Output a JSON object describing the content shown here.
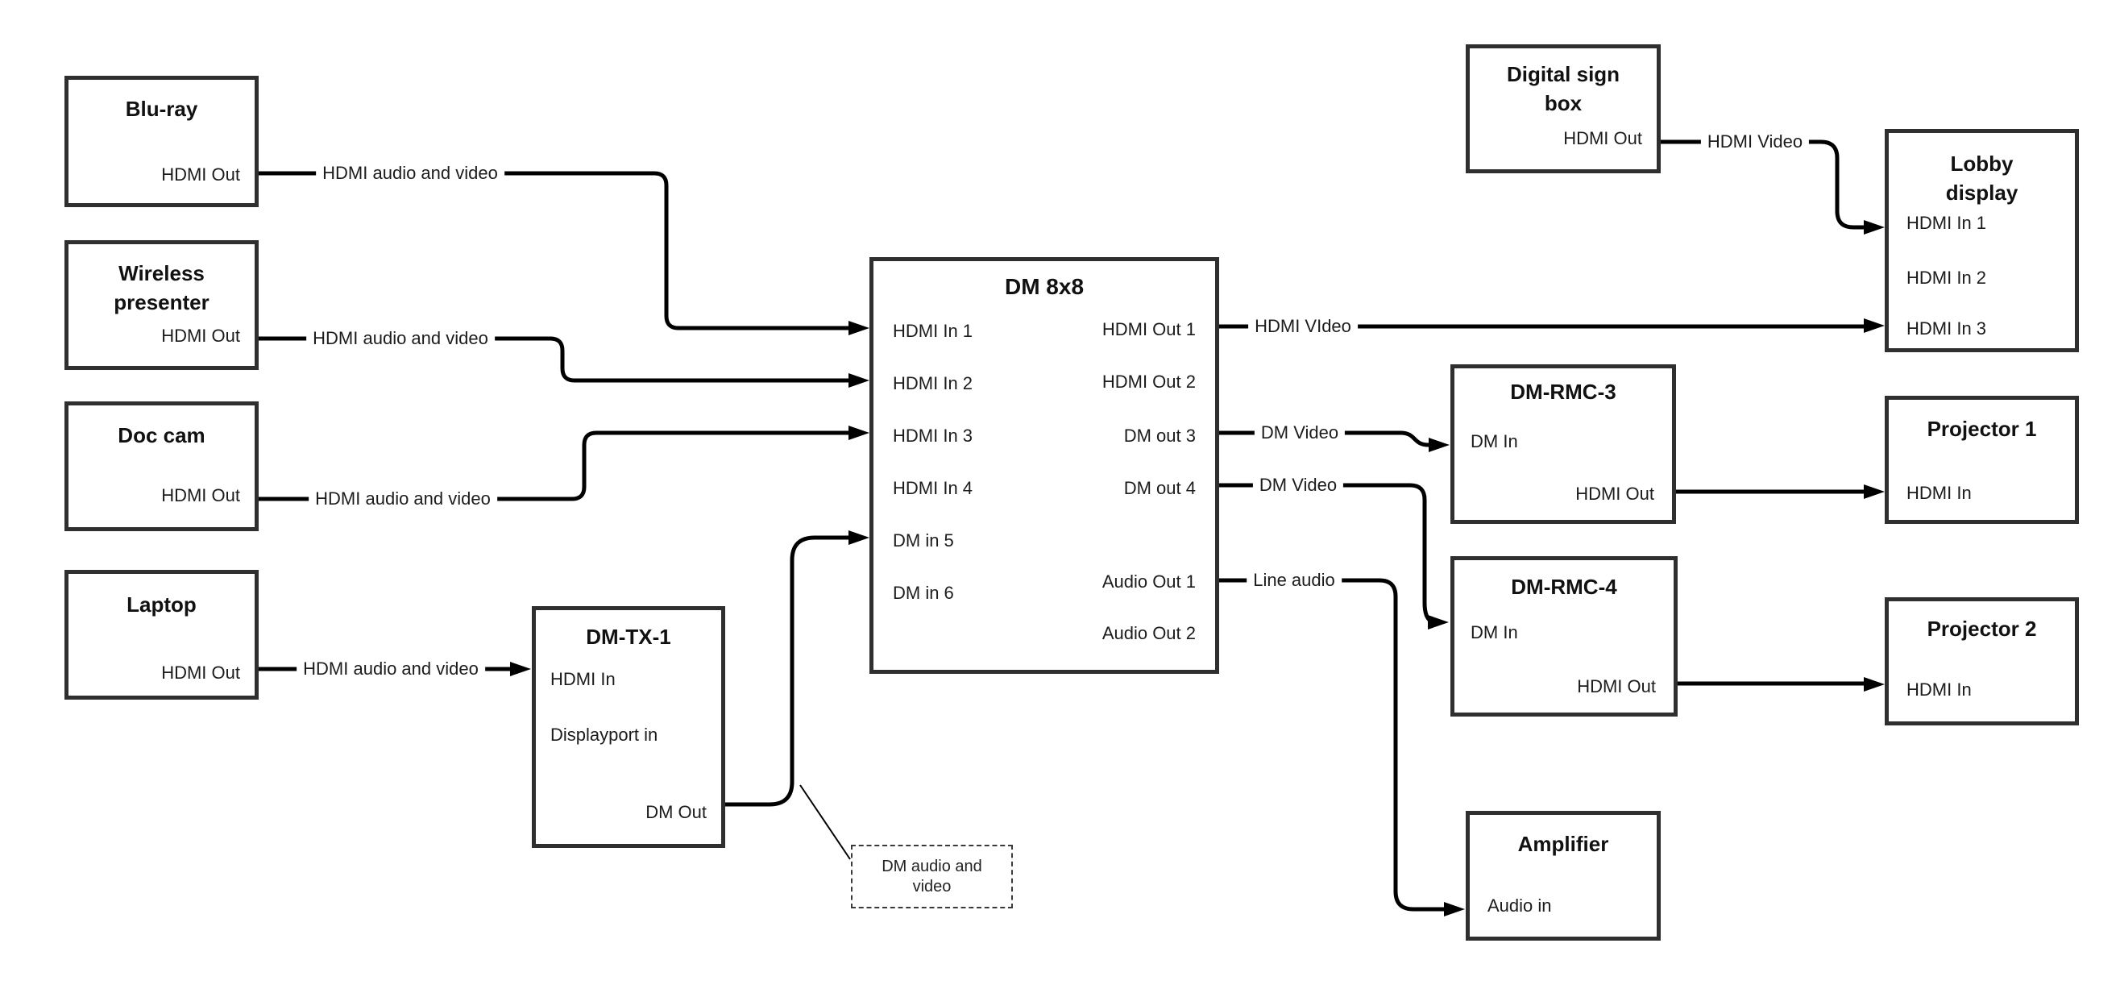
{
  "diagram": {
    "nodes": {
      "bluray": {
        "title": "Blu-ray",
        "port_out": "HDMI Out"
      },
      "wireless": {
        "title_line1": "Wireless",
        "title_line2": "presenter",
        "port_out": "HDMI Out"
      },
      "doccam": {
        "title": "Doc cam",
        "port_out": "HDMI Out"
      },
      "laptop": {
        "title": "Laptop",
        "port_out": "HDMI Out"
      },
      "dmtx1": {
        "title": "DM-TX-1",
        "ports": [
          "HDMI In",
          "Displayport in",
          "DM Out"
        ]
      },
      "dm8x8": {
        "title": "DM 8x8",
        "left_ports": [
          "HDMI In 1",
          "HDMI In 2",
          "HDMI In 3",
          "HDMI In 4",
          "DM in 5",
          "DM in 6"
        ],
        "right_ports": [
          "HDMI Out 1",
          "HDMI Out 2",
          "DM out 3",
          "DM out 4",
          "Audio Out 1",
          "Audio Out 2"
        ]
      },
      "digital_sign": {
        "title_line1": "Digital sign",
        "title_line2": "box",
        "port_out": "HDMI Out"
      },
      "lobby": {
        "title_line1": "Lobby",
        "title_line2": "display",
        "ports": [
          "HDMI In 1",
          "HDMI In 2",
          "HDMI In 3"
        ]
      },
      "rmc3": {
        "title": "DM-RMC-3",
        "port_in": "DM In",
        "port_out": "HDMI Out"
      },
      "proj1": {
        "title": "Projector 1",
        "port_in": "HDMI In"
      },
      "rmc4": {
        "title": "DM-RMC-4",
        "port_in": "DM In",
        "port_out": "HDMI Out"
      },
      "proj2": {
        "title": "Projector 2",
        "port_in": "HDMI In"
      },
      "amplifier": {
        "title": "Amplifier",
        "port_in": "Audio in"
      }
    },
    "wire_labels": {
      "bluray": "HDMI audio and video",
      "wireless": "HDMI audio and video",
      "doccam": "HDMI audio and video",
      "laptop": "HDMI audio and video",
      "digital_sign": "HDMI Video",
      "hdmi_out_1": "HDMI VIdeo",
      "dm_out_3": "DM Video",
      "dm_out_4": "DM Video",
      "audio_out_1": "Line audio"
    },
    "callout": {
      "line1": "DM audio and",
      "line2": "video"
    },
    "colors": {
      "wire": "#000000",
      "box_border": "#2f2f2f",
      "text": "#1c1c1c",
      "background": "#ffffff"
    },
    "connections": [
      {
        "from": "Blu-ray HDMI Out",
        "to": "DM 8x8 HDMI In 1",
        "label": "HDMI audio and video"
      },
      {
        "from": "Wireless presenter HDMI Out",
        "to": "DM 8x8 HDMI In 2",
        "label": "HDMI audio and video"
      },
      {
        "from": "Doc cam HDMI Out",
        "to": "DM 8x8 HDMI In 3",
        "label": "HDMI audio and video"
      },
      {
        "from": "Laptop HDMI Out",
        "to": "DM-TX-1 HDMI In",
        "label": "HDMI audio and video"
      },
      {
        "from": "DM-TX-1 DM Out",
        "to": "DM 8x8 DM in 5",
        "label": "DM audio and video"
      },
      {
        "from": "DM 8x8 HDMI Out 1",
        "to": "Lobby display HDMI In 3",
        "label": "HDMI VIdeo"
      },
      {
        "from": "DM 8x8 DM out 3",
        "to": "DM-RMC-3 DM In",
        "label": "DM Video"
      },
      {
        "from": "DM 8x8 DM out 4",
        "to": "DM-RMC-4 DM In",
        "label": "DM Video"
      },
      {
        "from": "DM 8x8 Audio Out 1",
        "to": "Amplifier Audio in",
        "label": "Line audio"
      },
      {
        "from": "Digital sign box HDMI Out",
        "to": "Lobby display HDMI In 1",
        "label": "HDMI Video"
      },
      {
        "from": "DM-RMC-3 HDMI Out",
        "to": "Projector 1 HDMI In",
        "label": ""
      },
      {
        "from": "DM-RMC-4 HDMI Out",
        "to": "Projector 2 HDMI In",
        "label": ""
      }
    ]
  }
}
